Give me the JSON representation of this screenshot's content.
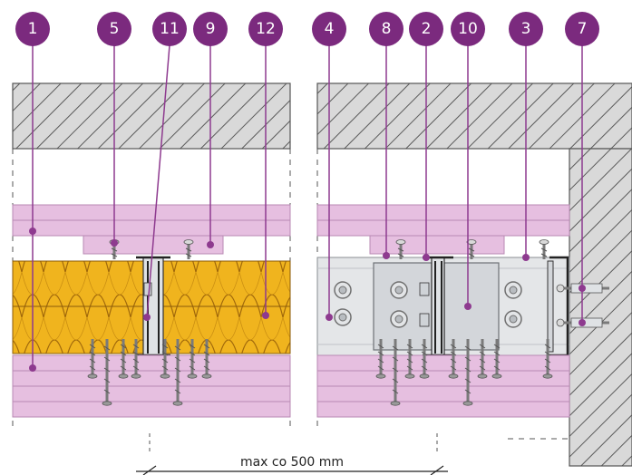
{
  "callouts": [
    {
      "label": "1"
    },
    {
      "label": "5"
    },
    {
      "label": "11"
    },
    {
      "label": "9"
    },
    {
      "label": "12"
    },
    {
      "label": "4"
    },
    {
      "label": "8"
    },
    {
      "label": "2"
    },
    {
      "label": "10"
    },
    {
      "label": "3"
    },
    {
      "label": "7"
    }
  ],
  "dimension": {
    "label": "max co 500 mm"
  },
  "colors": {
    "callout": "#7b2a7e",
    "leader": "#8e3a8f",
    "board": "#e6bfe0",
    "insulation": "#f0b41e",
    "profile": "#cfd3d7",
    "concrete": "#5f5f5f"
  }
}
